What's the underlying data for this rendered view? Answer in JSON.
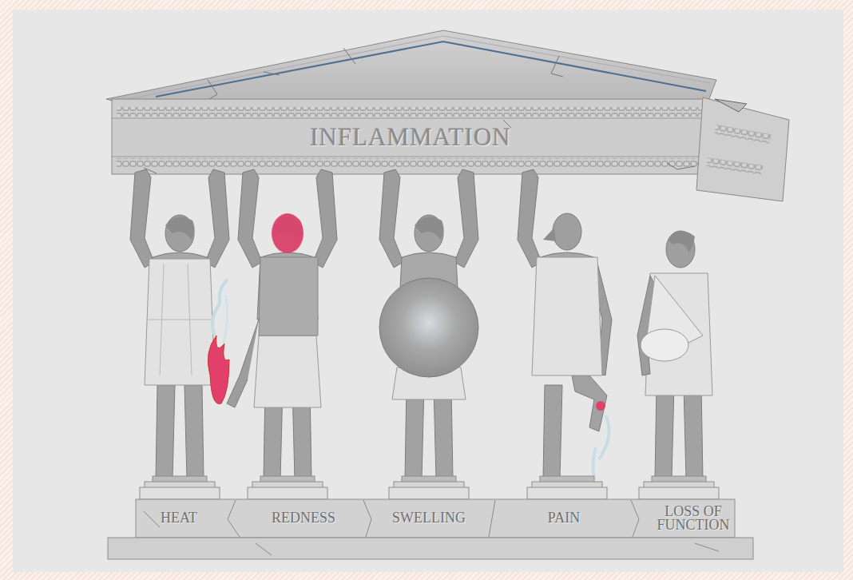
{
  "diagram": {
    "nodes": [
      {
        "text": [
          "INFLAMMATION"
        ]
      }
    ],
    "labels": [
      "HEAT",
      "REDNESS",
      "SWELLING",
      "PAIN",
      "LOSS OF FUNCTION"
    ]
  }
}
